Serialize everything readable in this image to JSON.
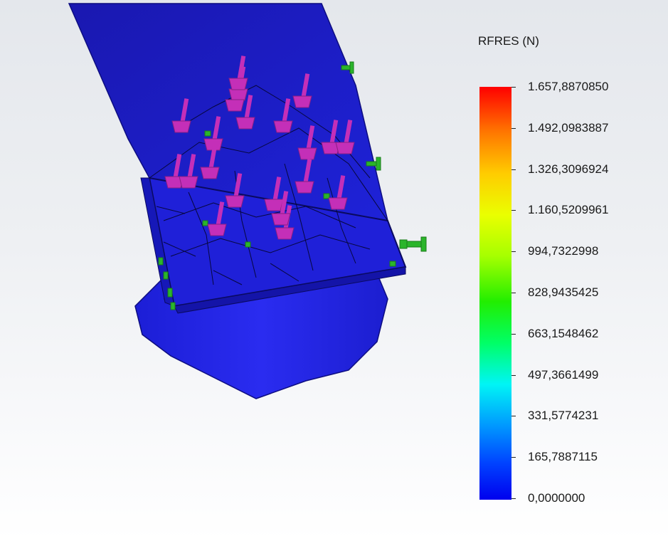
{
  "legend": {
    "title": "RFRES (N)",
    "ticks": [
      "1.657,8870850",
      "1.492,0983887",
      "1.326,3096924",
      "1.160,5209961",
      "994,7322998",
      "828,9435425",
      "663,1548462",
      "497,3661499",
      "331,5774231",
      "165,7887115",
      "0,0000000"
    ]
  },
  "colors": {
    "model": "#1a1acc",
    "load_arrows": "#c42fb8",
    "fixtures": "#2bb52b",
    "scale_max": "#ff0000",
    "scale_min": "#0000ee"
  }
}
